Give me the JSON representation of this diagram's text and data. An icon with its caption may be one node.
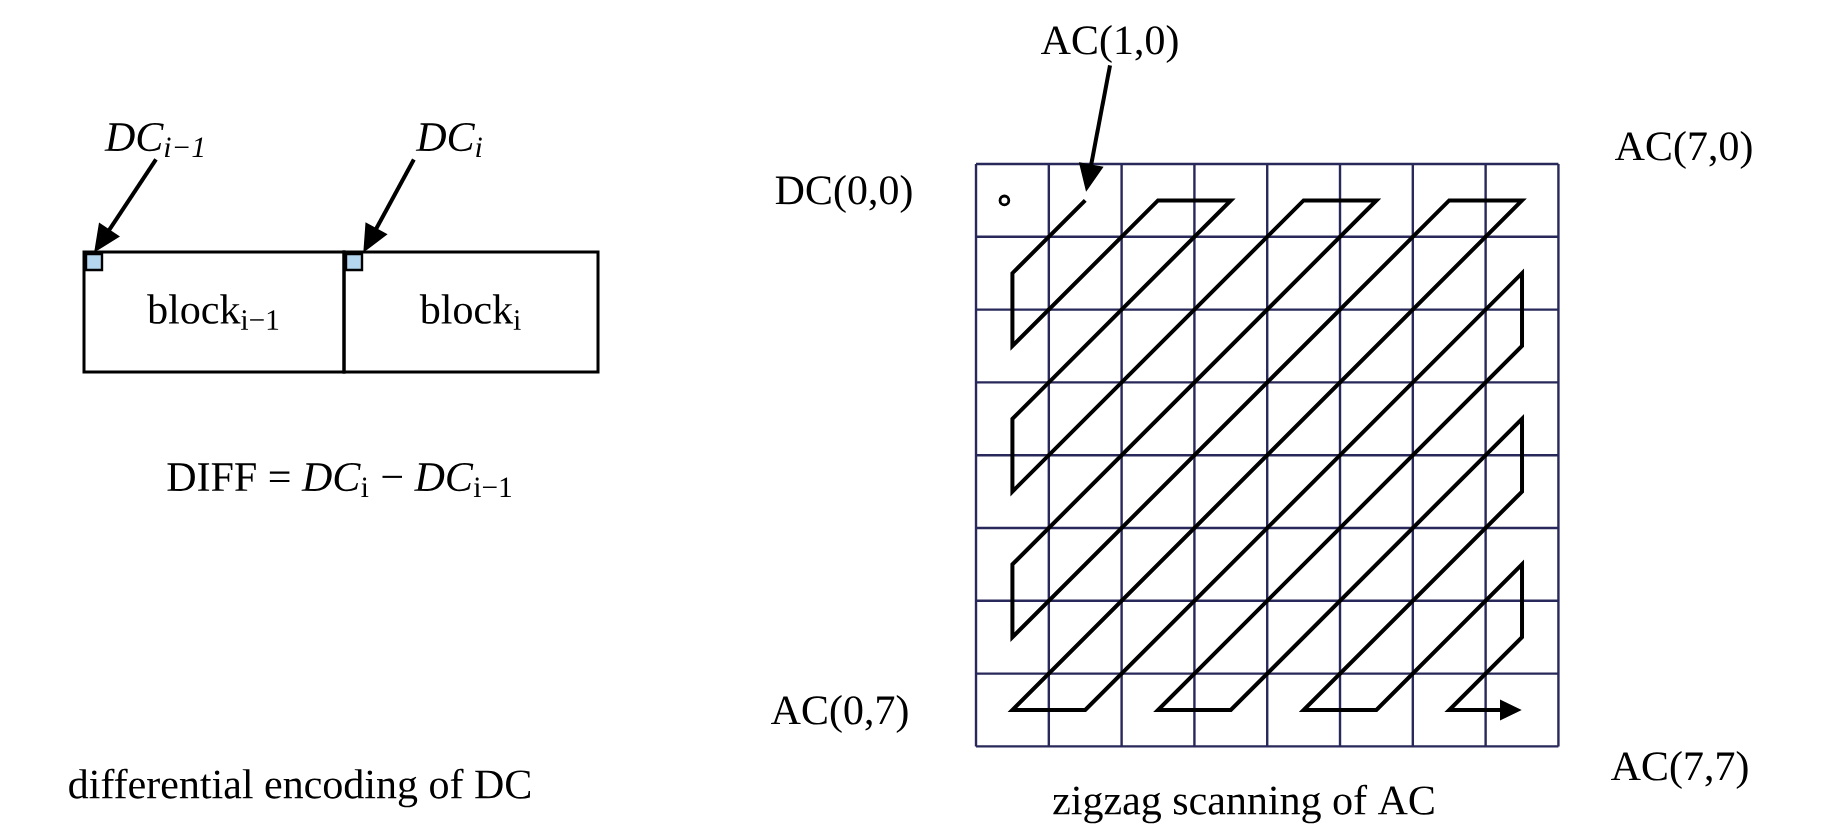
{
  "diagram": {
    "nodes": [
      {
        "text": [
          "block$_{i−1}$"
        ]
      },
      {
        "text": [
          "block$_{i}$"
        ]
      },
      {
        "text": [],
        "shape": "box",
        "in": 0
      },
      {
        "text": [],
        "shape": "box",
        "in": 1
      },
      {
        "text": [
          "DC$_{i−1}$"
        ]
      },
      {
        "text": [
          "DC$_{i}$"
        ]
      },
      {
        "text": [
          "AC(1,0)"
        ]
      }
    ],
    "edges": [
      {
        "from": 4,
        "to": 2,
        "arrow": "to"
      },
      {
        "from": 5,
        "to": 3,
        "arrow": "to"
      },
      {
        "from": 6,
        "to": null,
        "arrow": "to"
      }
    ],
    "labels": [
      "DIFF = *DC*$_{i}$ − *DC*$_{i−1}$",
      "differential encoding of DC",
      "DC(0,0)",
      "AC(7,0)",
      "AC(0,7)",
      "AC(7,7)",
      "zigzag scanning of AC"
    ]
  }
}
